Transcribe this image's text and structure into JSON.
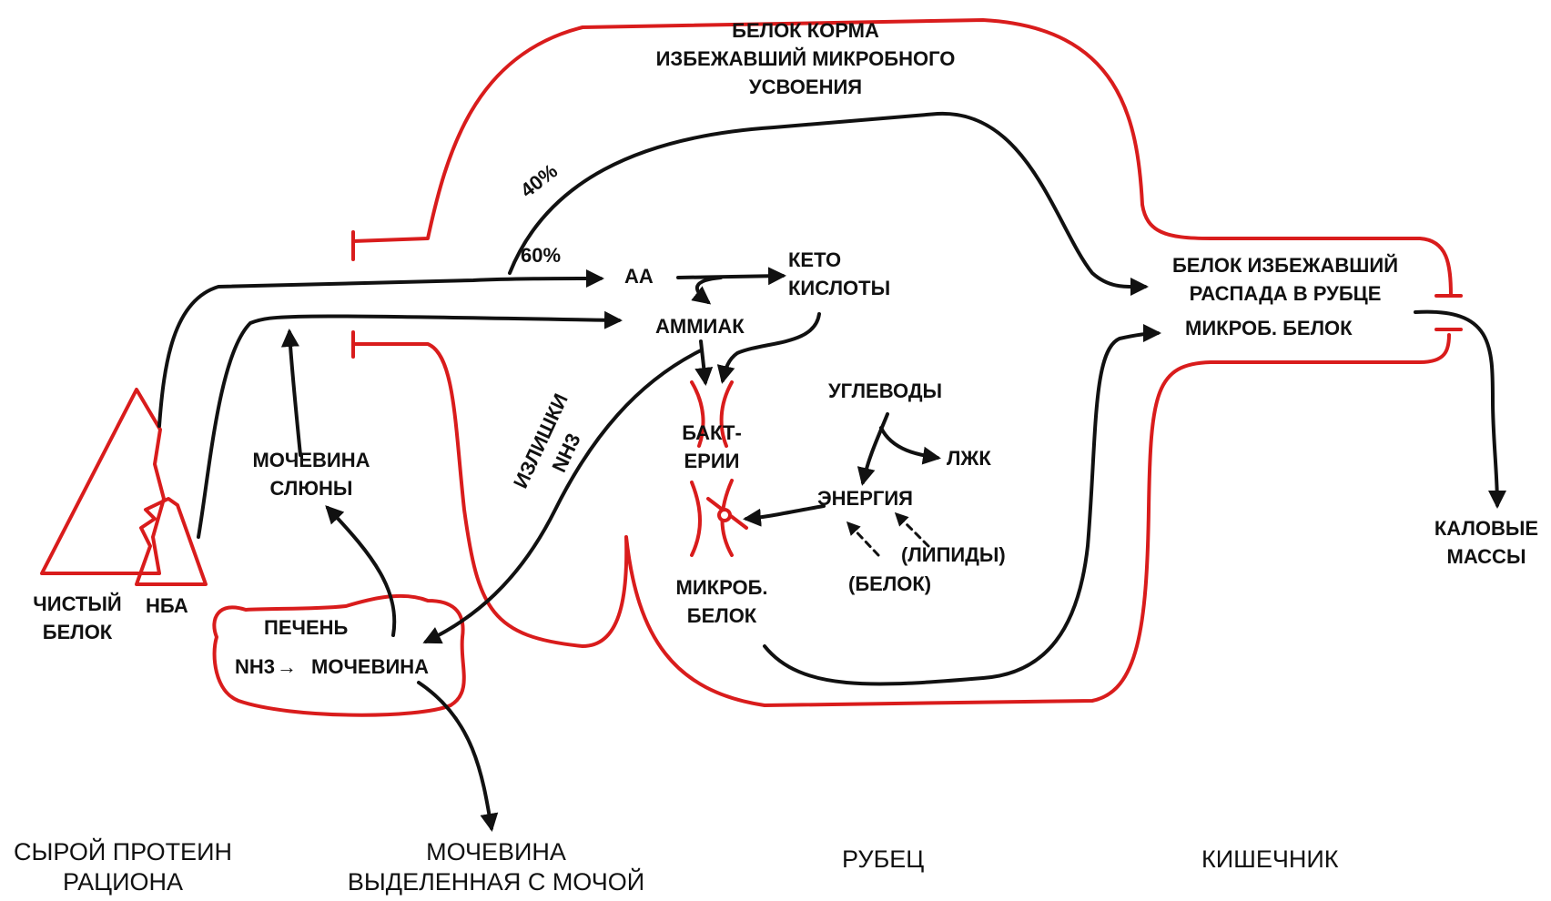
{
  "labels": {
    "escaped_feed_protein": [
      "БЕЛОК КОРМА",
      "ИЗБЕЖАВШИЙ МИКРОБНОГО",
      "УСВОЕНИЯ"
    ],
    "pct_40": "40%",
    "pct_60": "60%",
    "aa": "АА",
    "keto_acids": [
      "КЕТО",
      "КИСЛОТЫ"
    ],
    "ammonia": "АММИАК",
    "excess_nh3": [
      "ИЗЛИШКИ",
      "NH3"
    ],
    "bacteria": [
      "БАКТ-",
      "ЕРИИ"
    ],
    "carbohydrates": "УГЛЕВОДЫ",
    "vfa": "ЛЖК",
    "energy": "ЭНЕРГИЯ",
    "lipids": "(ЛИПИДЫ)",
    "protein": "(БЕЛОК)",
    "microbial_protein_rumen": [
      "МИКРОБ.",
      "БЕЛОК"
    ],
    "saliva_urea": [
      "МОЧЕВИНА",
      "СЛЮНЫ"
    ],
    "liver": "ПЕЧЕНЬ",
    "nh3": "NH3",
    "urea": "МОЧЕВИНА",
    "true_protein": [
      "ЧИСТЫЙ",
      "БЕЛОК"
    ],
    "npn": "НБА",
    "bypass_protein": [
      "БЕЛОК ИЗБЕЖАВШИЙ",
      "РАСПАДА В РУБЦЕ"
    ],
    "microbial_protein_intestine": "МИКРОБ. БЕЛОК",
    "feces": [
      "КАЛОВЫЕ",
      "МАССЫ"
    ]
  },
  "sections": {
    "crude_protein": [
      "СЫРОЙ ПРОТЕИН",
      "РАЦИОНА"
    ],
    "urine_urea": [
      "МОЧЕВИНА",
      "ВЫДЕЛЕННАЯ С МОЧОЙ"
    ],
    "rumen": "РУБЕЦ",
    "intestine": "КИШЕЧНИК"
  },
  "colors": {
    "outline": "#d91c1c",
    "arrow": "#111111"
  }
}
